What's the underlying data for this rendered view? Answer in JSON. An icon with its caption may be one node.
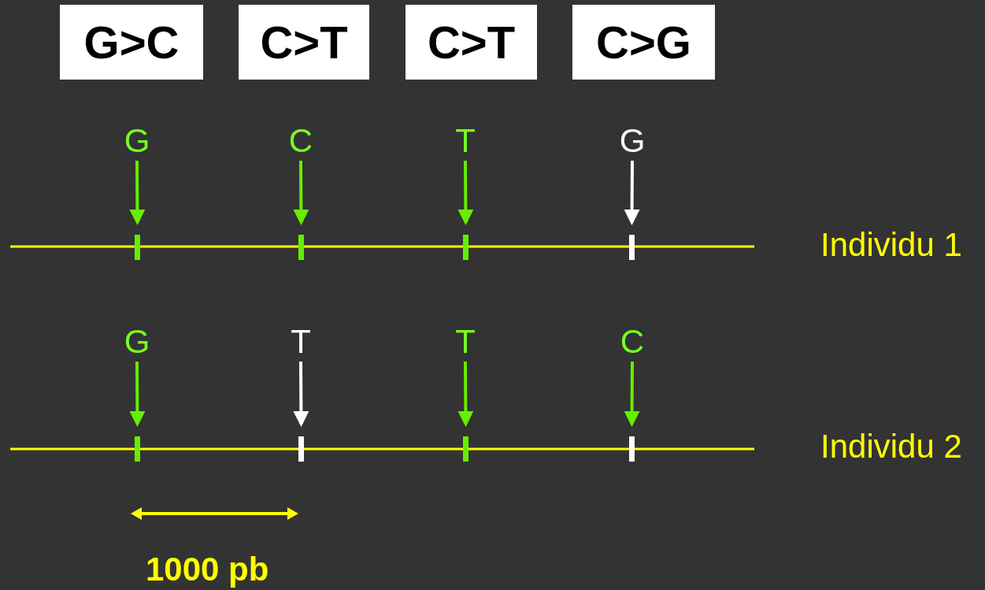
{
  "diagram": {
    "nodes": [
      {
        "text": [
          "G>C"
        ]
      },
      {
        "text": [
          "C>T"
        ]
      },
      {
        "text": [
          "C>T"
        ]
      },
      {
        "text": [
          "C>G"
        ]
      },
      {
        "text": [
          "G"
        ]
      },
      {
        "text": [
          "C"
        ]
      },
      {
        "text": [
          "T"
        ]
      },
      {
        "text": [
          "G"
        ]
      },
      {
        "text": [],
        "shape": "bar"
      },
      {
        "text": [],
        "shape": "bar"
      },
      {
        "text": [],
        "shape": "bar"
      },
      {
        "text": [],
        "shape": "bar"
      },
      {
        "text": [
          "G"
        ]
      },
      {
        "text": [
          "T"
        ]
      },
      {
        "text": [
          "T"
        ]
      },
      {
        "text": [
          "C"
        ]
      },
      {
        "text": [],
        "shape": "bar"
      },
      {
        "text": [],
        "shape": "bar"
      },
      {
        "text": [],
        "shape": "bar"
      },
      {
        "text": [],
        "shape": "bar"
      }
    ],
    "edges": [
      {
        "from": 4,
        "to": 8,
        "arrow": "to"
      },
      {
        "from": 5,
        "to": 9,
        "arrow": "to"
      },
      {
        "from": 6,
        "to": 10,
        "arrow": "to"
      },
      {
        "from": 7,
        "to": 11,
        "arrow": "to",
        "color": "#ffffff"
      },
      {
        "from": 12,
        "to": 16,
        "arrow": "to"
      },
      {
        "from": 13,
        "to": 17,
        "arrow": "to",
        "color": "#ffffff"
      },
      {
        "from": 14,
        "to": 18,
        "arrow": "to"
      },
      {
        "from": 15,
        "to": 19,
        "arrow": "to"
      }
    ],
    "labels": [
      "Individu 1",
      "Individu 2",
      "1000 pb"
    ]
  }
}
